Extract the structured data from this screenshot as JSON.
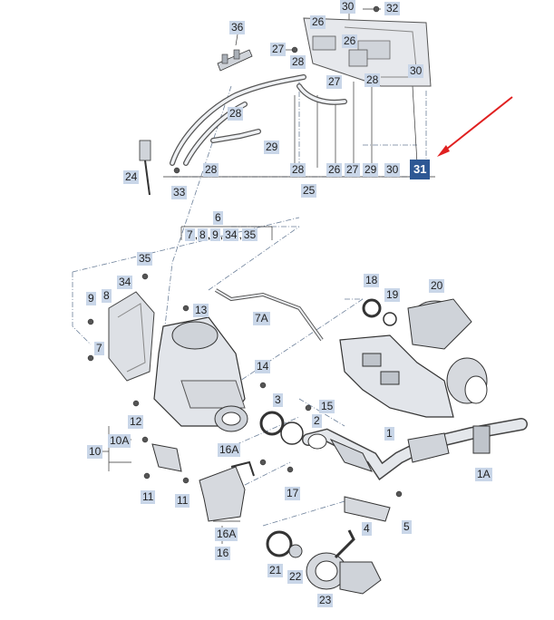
{
  "callouts": [
    {
      "id": "c30top",
      "text": "30"
    },
    {
      "id": "c32",
      "text": "32"
    },
    {
      "id": "c36",
      "text": "36"
    },
    {
      "id": "c26a",
      "text": "26"
    },
    {
      "id": "c27a",
      "text": "27"
    },
    {
      "id": "c26b",
      "text": "26"
    },
    {
      "id": "c28a",
      "text": "28"
    },
    {
      "id": "c30b",
      "text": "30"
    },
    {
      "id": "c27b",
      "text": "27"
    },
    {
      "id": "c28b",
      "text": "28"
    },
    {
      "id": "c28c",
      "text": "28"
    },
    {
      "id": "c29a",
      "text": "29"
    },
    {
      "id": "c24",
      "text": "24"
    },
    {
      "id": "c28d",
      "text": "28"
    },
    {
      "id": "c28e",
      "text": "28"
    },
    {
      "id": "c26c",
      "text": "26"
    },
    {
      "id": "c27c",
      "text": "27"
    },
    {
      "id": "c29b",
      "text": "29"
    },
    {
      "id": "c30c",
      "text": "30"
    },
    {
      "id": "c31",
      "text": "31",
      "highlight": true
    },
    {
      "id": "c33",
      "text": "33"
    },
    {
      "id": "c25",
      "text": "25"
    },
    {
      "id": "c6",
      "text": "6"
    },
    {
      "id": "c7",
      "text": "7"
    },
    {
      "id": "c8",
      "text": "8"
    },
    {
      "id": "c9",
      "text": "9"
    },
    {
      "id": "c34",
      "text": "34"
    },
    {
      "id": "c35",
      "text": "35"
    },
    {
      "id": "c18",
      "text": "18"
    },
    {
      "id": "c20",
      "text": "20"
    },
    {
      "id": "c34b",
      "text": "34"
    },
    {
      "id": "c9b",
      "text": "9"
    },
    {
      "id": "c8b",
      "text": "8"
    },
    {
      "id": "c35b",
      "text": "35"
    },
    {
      "id": "c13",
      "text": "13"
    },
    {
      "id": "c19",
      "text": "19"
    },
    {
      "id": "c7a",
      "text": "7A"
    },
    {
      "id": "c7b",
      "text": "7"
    },
    {
      "id": "c14",
      "text": "14"
    },
    {
      "id": "c3",
      "text": "3"
    },
    {
      "id": "c15",
      "text": "15"
    },
    {
      "id": "c12",
      "text": "12"
    },
    {
      "id": "c2",
      "text": "2"
    },
    {
      "id": "c1",
      "text": "1"
    },
    {
      "id": "c10a",
      "text": "10A"
    },
    {
      "id": "c10",
      "text": "10"
    },
    {
      "id": "c16a",
      "text": "16A"
    },
    {
      "id": "c11a",
      "text": "11"
    },
    {
      "id": "c11b",
      "text": "11"
    },
    {
      "id": "c17",
      "text": "17"
    },
    {
      "id": "c1a",
      "text": "1A"
    },
    {
      "id": "c4",
      "text": "4"
    },
    {
      "id": "c5",
      "text": "5"
    },
    {
      "id": "c16ab",
      "text": "16A"
    },
    {
      "id": "c16",
      "text": "16"
    },
    {
      "id": "c21",
      "text": "21"
    },
    {
      "id": "c22",
      "text": "22"
    },
    {
      "id": "c23",
      "text": "23"
    }
  ],
  "range_label": {
    "parts": [
      "7",
      "8",
      "9",
      "34",
      "35"
    ]
  },
  "colors": {
    "callout_bg": "#c9d6e8",
    "highlight_bg": "#2e5894",
    "arrow": "#e02020",
    "line": "#5a6f8a"
  }
}
